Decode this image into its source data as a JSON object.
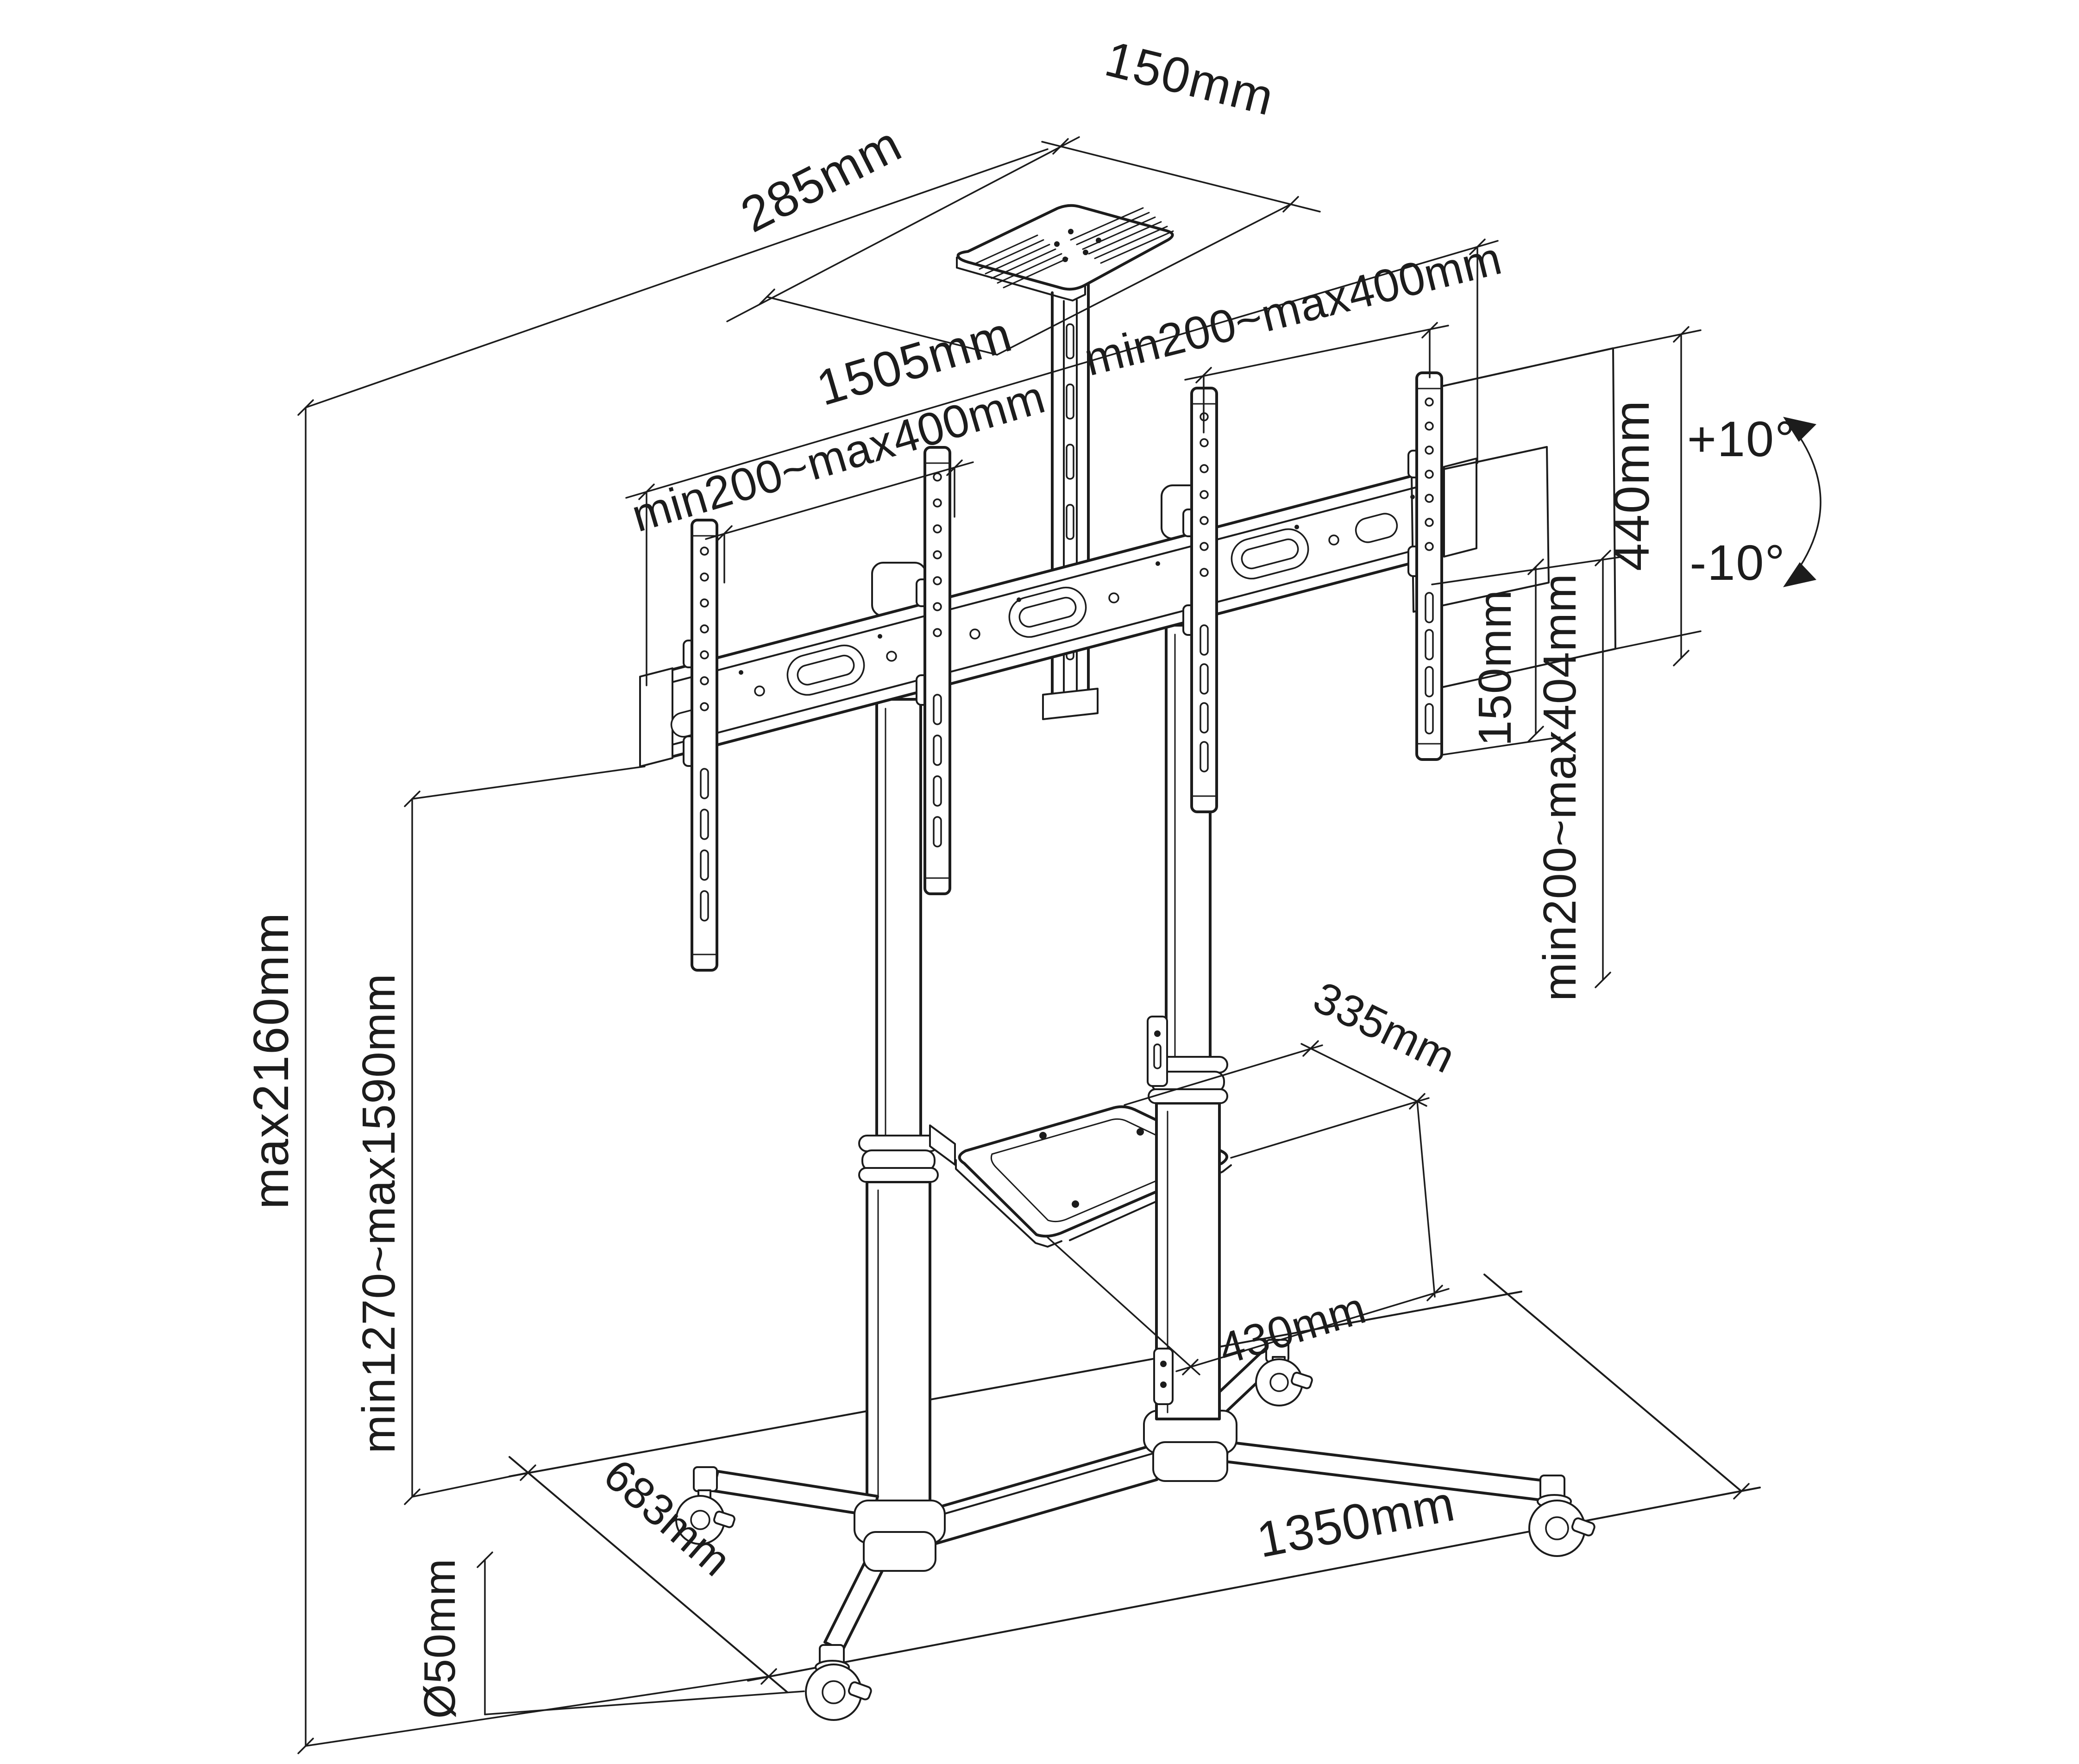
{
  "diagram": {
    "kind": "technical-dimension-drawing",
    "subject": "mobile dual-column TV cart with top AV shelf, dual VESA brackets, middle shelf and locking casters",
    "background_color": "#ffffff",
    "line_color": "#1c1c1c",
    "labels": {
      "top_shelf_width": "285mm",
      "top_shelf_depth": "150mm",
      "crossbar_width": "1505mm",
      "vesa_width_left": "min200~max400mm",
      "vesa_width_right": "min200~max400mm",
      "bracket_height": "440mm",
      "tilt_up": "+10°",
      "tilt_down": "-10°",
      "tv_bottom_offset": "150mm",
      "vesa_height_range": "min200~max404mm",
      "overall_height": "max2160mm",
      "column_height_range": "min1270~max1590mm",
      "shelf_depth": "335mm",
      "shelf_width": "430mm",
      "base_depth": "683mm",
      "caster_diameter": "Ø50mm",
      "base_width": "1350mm"
    }
  }
}
